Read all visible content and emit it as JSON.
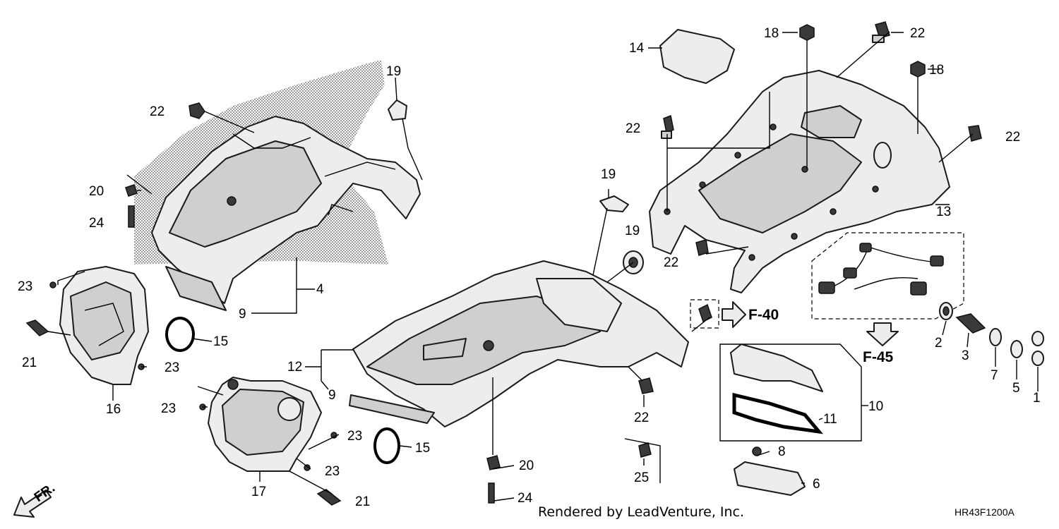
{
  "labels": {
    "p1": "1",
    "p2": "2",
    "p3": "3",
    "p4": "4",
    "p5": "5",
    "p6": "6",
    "p7": "7",
    "p8": "8",
    "p9a": "9",
    "p9b": "9",
    "p10": "10",
    "p11": "11",
    "p12": "12",
    "p13": "13",
    "p14": "14",
    "p15a": "15",
    "p15b": "15",
    "p16": "16",
    "p17": "17",
    "p18a": "18",
    "p18b": "18",
    "p19a": "19",
    "p19b": "19",
    "p19c": "19",
    "p20a": "20",
    "p20b": "20",
    "p21a": "21",
    "p21b": "21",
    "p22a": "22",
    "p22b": "22",
    "p22c": "22",
    "p22d": "22",
    "p22e": "22",
    "p22f": "22",
    "p23a": "23",
    "p23b": "23",
    "p23c": "23",
    "p23d": "23",
    "p23e": "23",
    "p24a": "24",
    "p24b": "24",
    "p25": "25"
  },
  "refs": {
    "f40": "F-40",
    "f45": "F-45"
  },
  "orientation": "FR.",
  "footer": {
    "credit": "Rendered by LeadVenture, Inc.",
    "code": "HR43F1200A"
  }
}
